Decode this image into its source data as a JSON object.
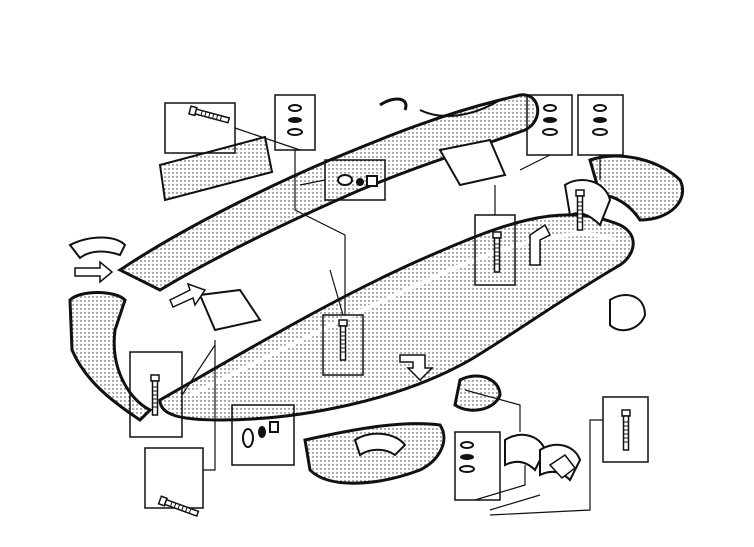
{
  "diagram": {
    "type": "exploded-parts-illustration",
    "colors": {
      "ink": "#111111",
      "paper": "#ffffff",
      "shade": "#555555"
    },
    "parts": [
      {
        "name": "rear-bumper-bar",
        "icon": "bumper-bar"
      },
      {
        "name": "front-bumper-bar",
        "icon": "bumper-bar"
      },
      {
        "name": "bumper-overrider-left",
        "icon": "overrider"
      },
      {
        "name": "bumper-overrider-right",
        "icon": "overrider"
      },
      {
        "name": "mounting-bracket",
        "icon": "bracket"
      },
      {
        "name": "bolt-washer-set",
        "icon": "bolt"
      },
      {
        "name": "nut-washer-set",
        "icon": "nut"
      },
      {
        "name": "rubber-strip",
        "icon": "strip"
      }
    ],
    "detail_boxes": 12
  }
}
